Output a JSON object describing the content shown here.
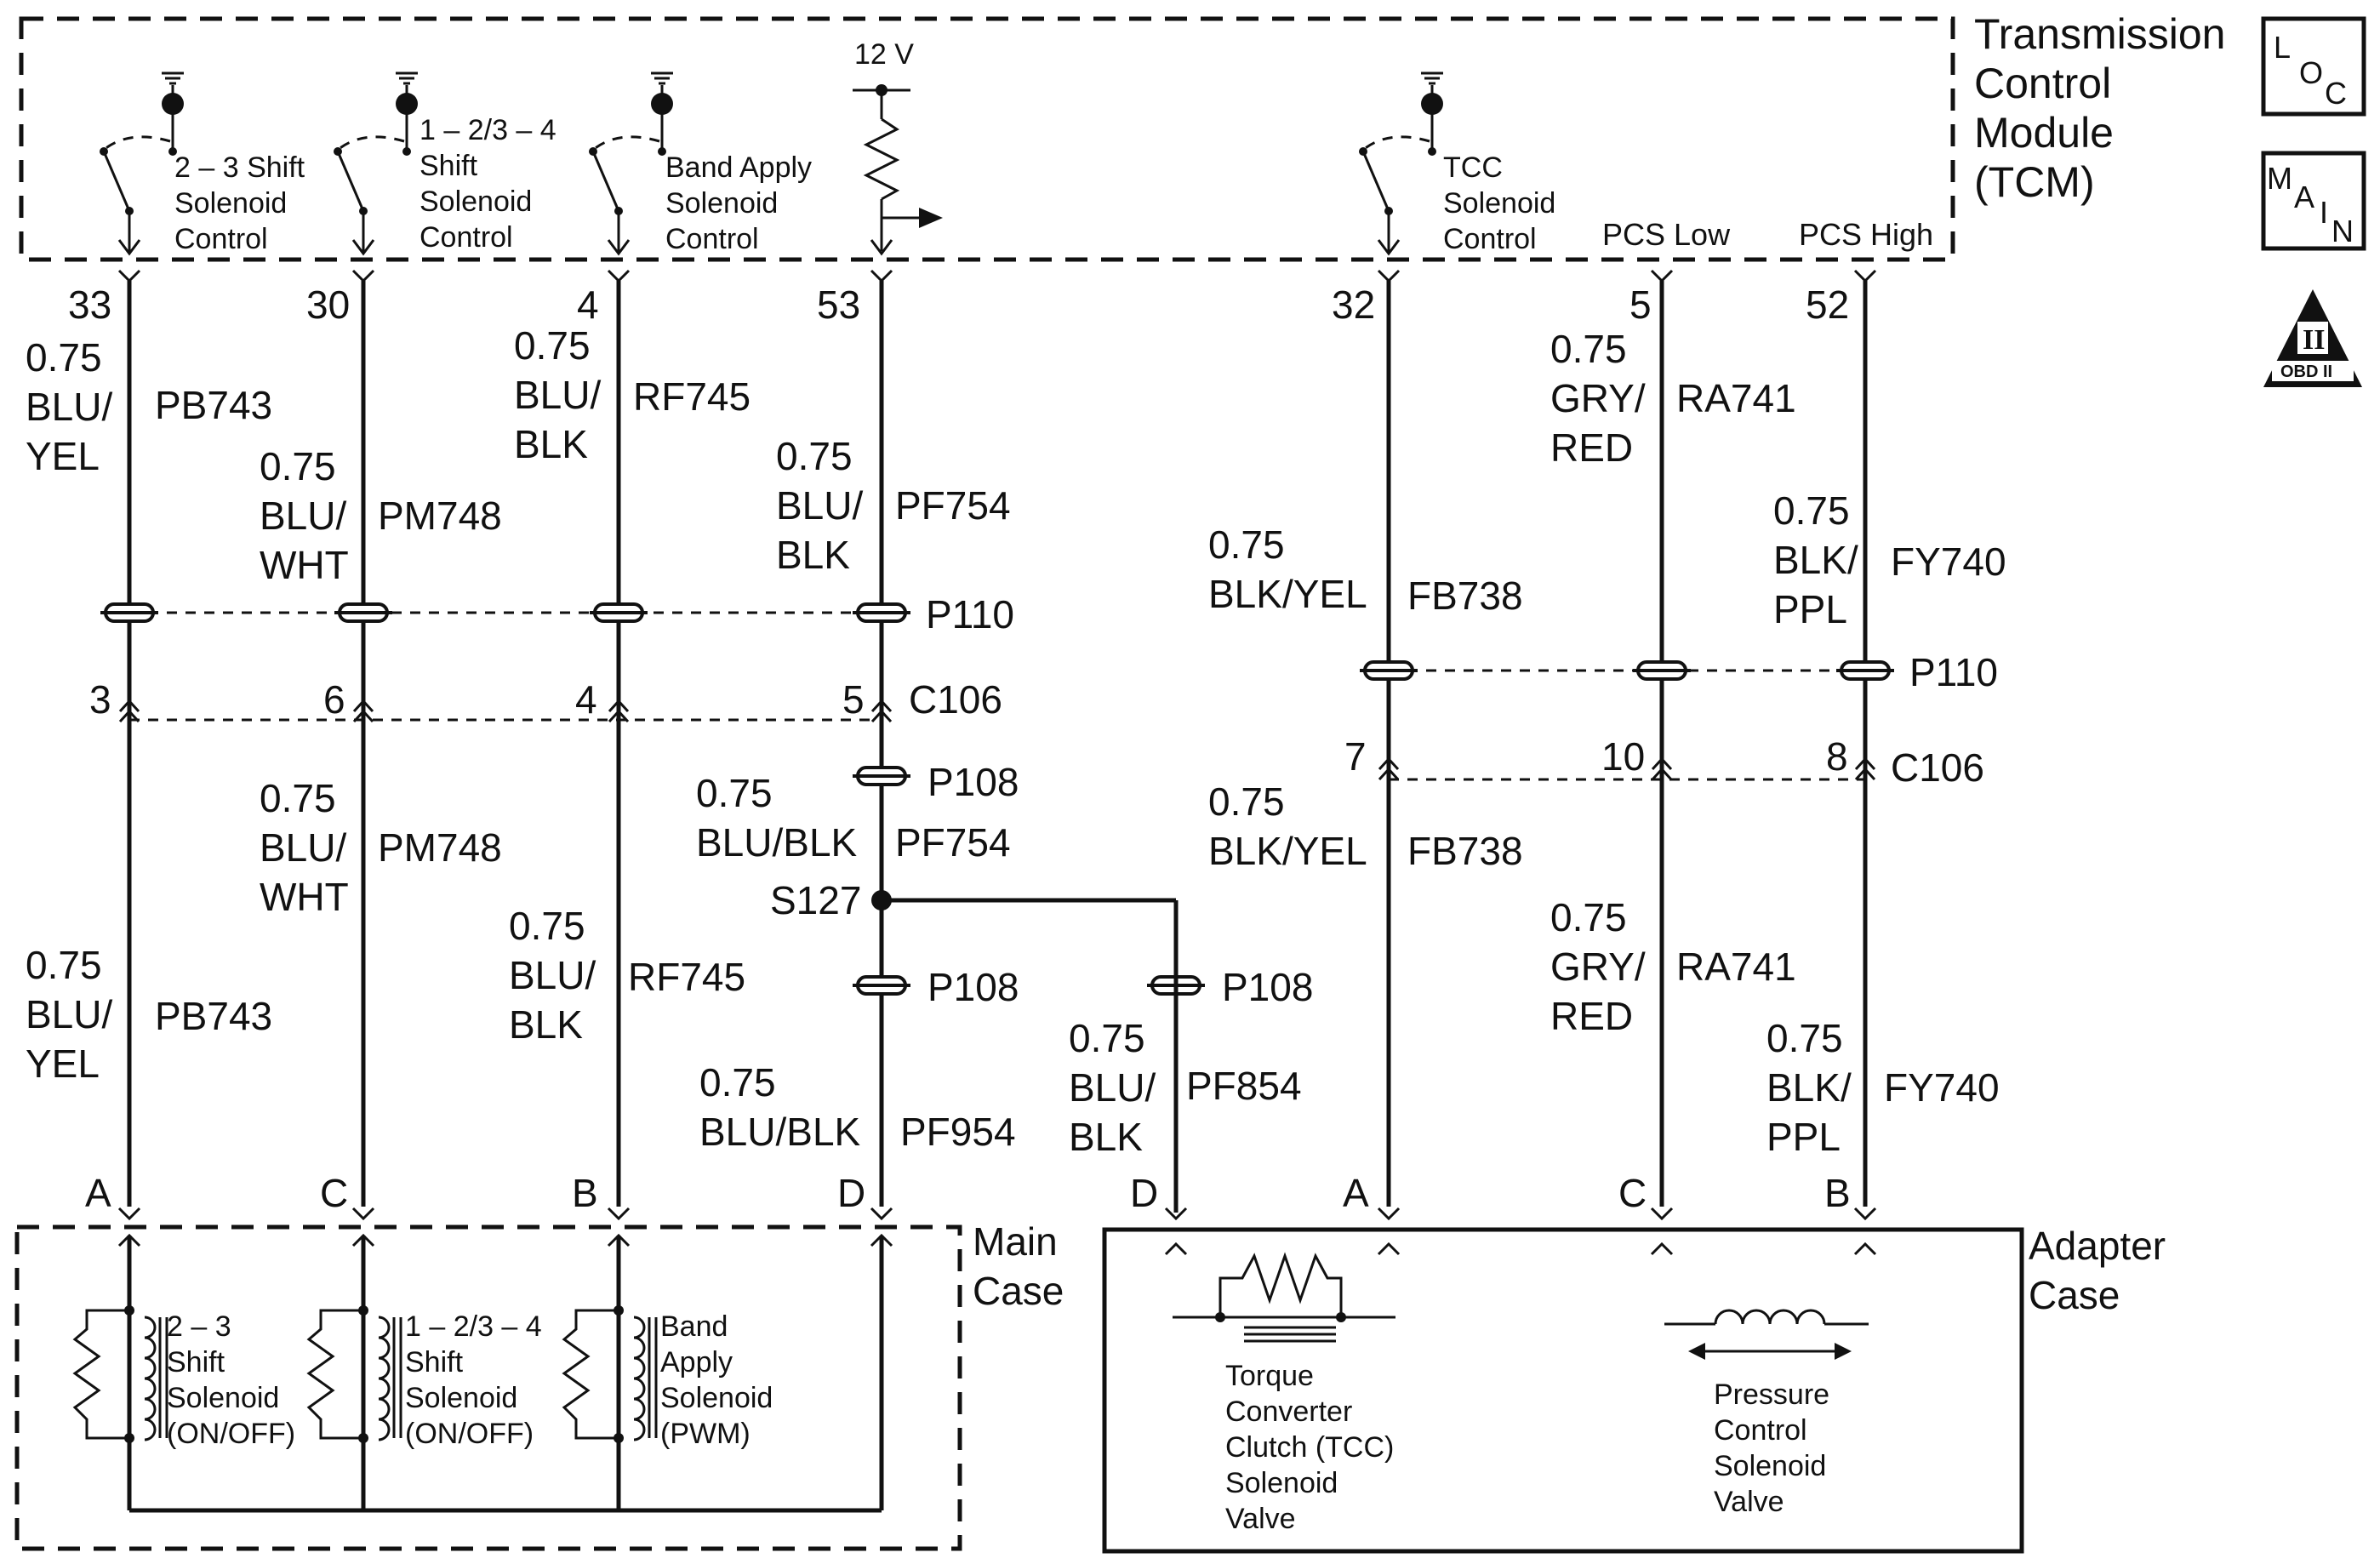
{
  "tcm": {
    "title_lines": [
      "Transmission",
      "Control",
      "Module",
      "(TCM)"
    ],
    "outputs": [
      {
        "lines": [
          "2 – 3 Shift",
          "Solenoid",
          "Control"
        ],
        "pin": "33"
      },
      {
        "lines": [
          "1 – 2/3 – 4",
          "Shift",
          "Solenoid",
          "Control"
        ],
        "pin": "30"
      },
      {
        "lines": [
          "Band Apply",
          "Solenoid",
          "Control"
        ],
        "pin": "4"
      },
      {
        "lines": [
          "TCC",
          "Solenoid",
          "Control"
        ],
        "pin": "32"
      }
    ],
    "supply_label": "12 V",
    "supply_pin": "53",
    "pcs_low": {
      "label": "PCS Low",
      "pin": "5"
    },
    "pcs_high": {
      "label": "PCS High",
      "pin": "52"
    }
  },
  "legend_icons": {
    "loc": [
      "L",
      "O",
      "C"
    ],
    "main": [
      "M",
      "A",
      "I",
      "N"
    ],
    "obd": {
      "numeral": "II",
      "label": "OBD II"
    }
  },
  "wires_upper": [
    {
      "lines": [
        "0.75",
        "BLU/",
        "YEL"
      ],
      "circuit": "PB743"
    },
    {
      "lines": [
        "0.75",
        "BLU/",
        "WHT"
      ],
      "circuit": "PM748"
    },
    {
      "lines": [
        "0.75",
        "BLU/",
        "BLK"
      ],
      "circuit": "RF745"
    },
    {
      "lines": [
        "0.75",
        "BLU/",
        "BLK"
      ],
      "circuit": "PF754"
    },
    {
      "lines": [
        "0.75",
        "BLK/YEL"
      ],
      "circuit": "FB738"
    },
    {
      "lines": [
        "0.75",
        "GRY/",
        "RED"
      ],
      "circuit": "RA741"
    },
    {
      "lines": [
        "0.75",
        "BLK/",
        "PPL"
      ],
      "circuit": "FY740"
    }
  ],
  "wires_lower": [
    {
      "lines": [
        "0.75",
        "BLU/",
        "YEL"
      ],
      "circuit": "PB743"
    },
    {
      "lines": [
        "0.75",
        "BLU/",
        "WHT"
      ],
      "circuit": "PM748"
    },
    {
      "lines": [
        "0.75",
        "BLU/",
        "BLK"
      ],
      "circuit": "RF745"
    },
    {
      "lines": [
        "0.75",
        "BLU/BLK"
      ],
      "circuit": "PF754"
    },
    {
      "lines": [
        "0.75",
        "BLU/BLK"
      ],
      "circuit": "PF954"
    },
    {
      "lines": [
        "0.75",
        "BLU/",
        "BLK"
      ],
      "circuit": "PF854"
    },
    {
      "lines": [
        "0.75",
        "BLK/YEL"
      ],
      "circuit": "FB738"
    },
    {
      "lines": [
        "0.75",
        "GRY/",
        "RED"
      ],
      "circuit": "RA741"
    },
    {
      "lines": [
        "0.75",
        "BLK/",
        "PPL"
      ],
      "circuit": "FY740"
    }
  ],
  "connectors": {
    "p110": "P110",
    "c106": "C106",
    "p108": "P108",
    "splice": "S127",
    "c106_pins_left": [
      "3",
      "6",
      "4",
      "5"
    ],
    "c106_pins_right": [
      "7",
      "10",
      "8"
    ]
  },
  "main_case": {
    "label_lines": [
      "Main",
      "Case"
    ],
    "pins": [
      "A",
      "C",
      "B",
      "D"
    ],
    "solenoids": [
      {
        "lines": [
          "2 – 3",
          "Shift",
          "Solenoid",
          "(ON/OFF)"
        ]
      },
      {
        "lines": [
          "1 – 2/3 – 4",
          "Shift",
          "Solenoid",
          "(ON/OFF)"
        ]
      },
      {
        "lines": [
          "Band",
          "Apply",
          "Solenoid",
          "(PWM)"
        ]
      }
    ]
  },
  "adapter_case": {
    "label_lines": [
      "Adapter",
      "Case"
    ],
    "pins": [
      "D",
      "A",
      "C",
      "B"
    ],
    "tcc_lines": [
      "Torque",
      "Converter",
      "Clutch (TCC)",
      "Solenoid",
      "Valve"
    ],
    "pcs_lines": [
      "Pressure",
      "Control",
      "Solenoid",
      "Valve"
    ]
  }
}
